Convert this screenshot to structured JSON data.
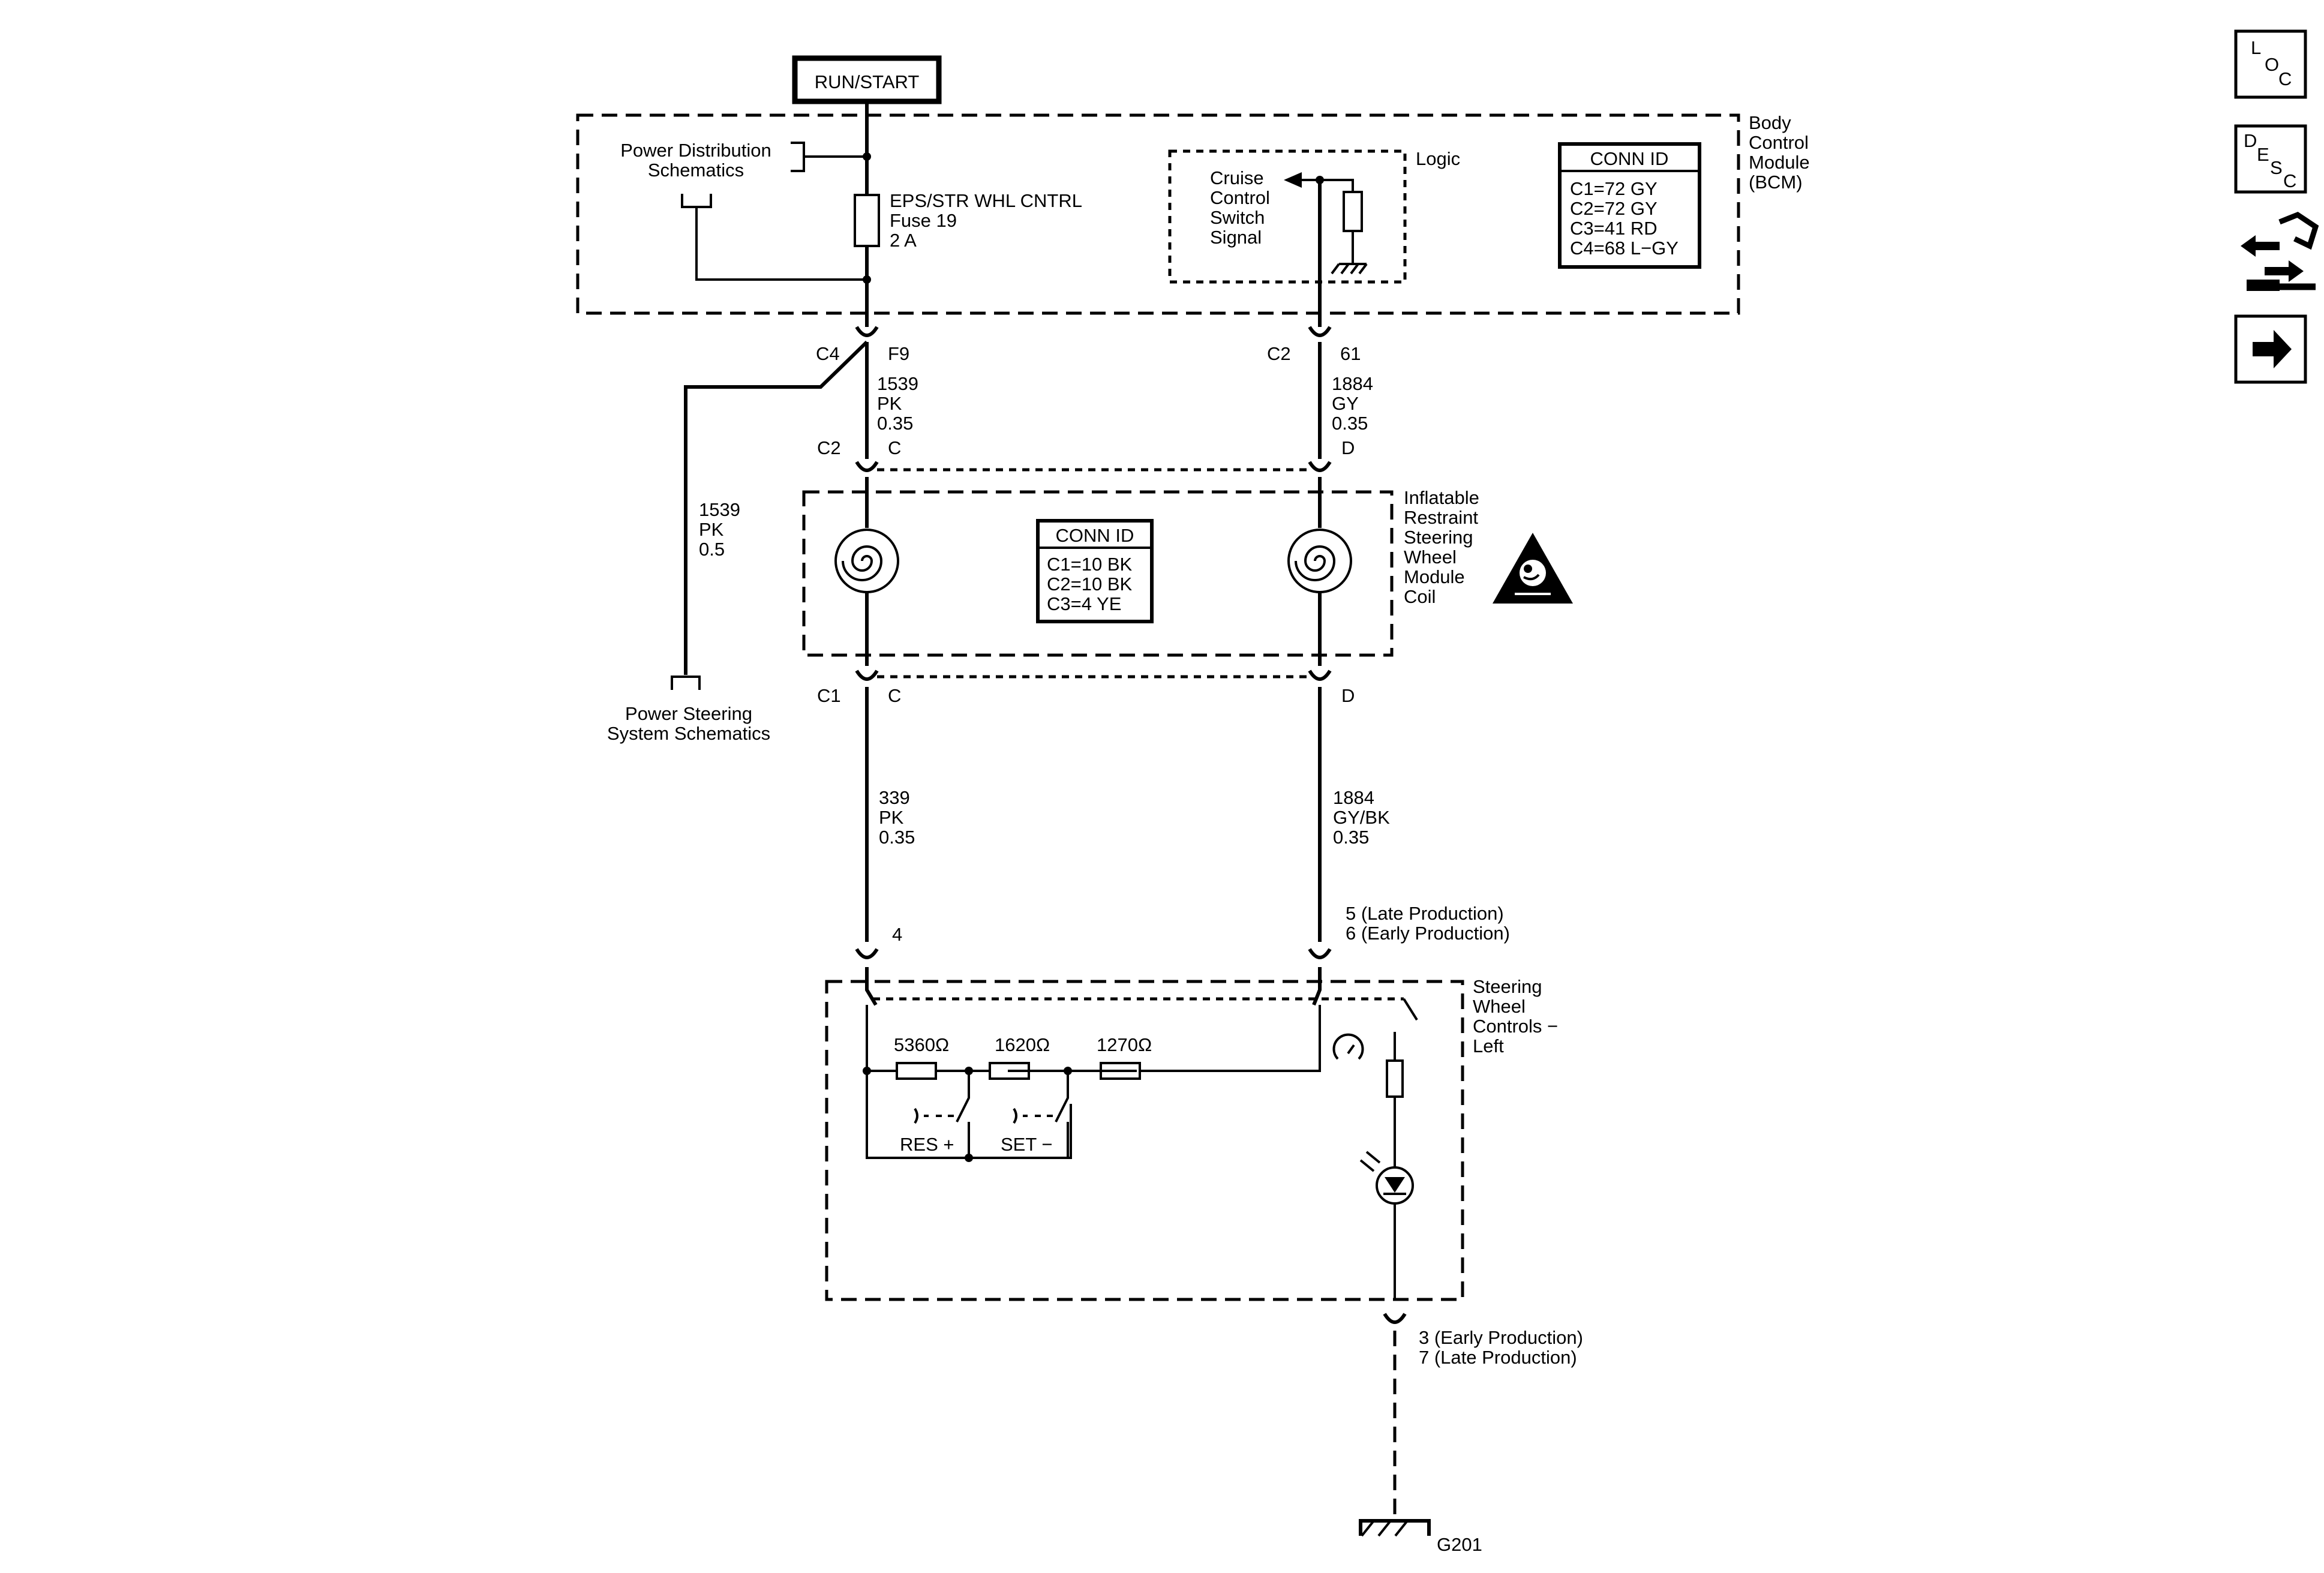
{
  "power": {
    "run_start": "RUN/START"
  },
  "bcm": {
    "name_lines": [
      "Body",
      "Control",
      "Module",
      "(BCM)"
    ],
    "power_distribution_lines": [
      "Power Distribution",
      "Schematics"
    ],
    "fuse_lines": [
      "EPS/STR WHL CNTRL",
      "Fuse 19",
      "2 A"
    ],
    "logic_label": "Logic",
    "cruise_lines": [
      "Cruise",
      "Control",
      "Switch",
      "Signal"
    ],
    "conn_id_title": "CONN ID",
    "conn_id_lines": [
      "C1=72 GY",
      "C2=72 GY",
      "C3=41 RD",
      "C4=68 L−GY"
    ]
  },
  "connectors": {
    "c4": "C4",
    "f9": "F9",
    "c2_bcm": "C2",
    "pin_61": "61",
    "c2_coil": "C2",
    "pin_c_top": "C",
    "pin_d_top": "D",
    "c1_coil": "C1",
    "pin_c_bottom": "C",
    "pin_d_bottom": "D",
    "pin_4": "4",
    "pin_5_6_lines": [
      "5 (Late Production)",
      "6 (Early Production)"
    ],
    "pin_3_7_lines": [
      "3 (Early Production)",
      "7 (Late Production)"
    ]
  },
  "wires": {
    "w1539_pk_035": [
      "1539",
      "PK",
      "0.35"
    ],
    "w1884_gy_035": [
      "1884",
      "GY",
      "0.35"
    ],
    "w1539_pk_05": [
      "1539",
      "PK",
      "0.5"
    ],
    "w339_pk_035": [
      "339",
      "PK",
      "0.35"
    ],
    "w1884_gybk_035": [
      "1884",
      "GY/BK",
      "0.35"
    ]
  },
  "coil": {
    "name_lines": [
      "Inflatable",
      "Restraint",
      "Steering",
      "Wheel",
      "Module",
      "Coil"
    ],
    "conn_id_title": "CONN ID",
    "conn_id_lines": [
      "C1=10 BK",
      "C2=10 BK",
      "C3=4 YE"
    ]
  },
  "power_steering_lines": [
    "Power Steering",
    "System Schematics"
  ],
  "swc": {
    "name_lines": [
      "Steering",
      "Wheel",
      "Controls −",
      "Left"
    ],
    "resistors": [
      "5360Ω",
      "1620Ω",
      "1270Ω"
    ],
    "res_label": "RES +",
    "set_label": "SET −"
  },
  "ground": {
    "label": "G201"
  },
  "nav": {
    "loc": [
      "L",
      "O",
      "C"
    ],
    "desc": [
      "D",
      "E",
      "S",
      "C"
    ]
  },
  "icons": [
    "airbag-warning-icon",
    "connector-end-view-icon",
    "next-arrow-icon",
    "cruise-indicator-icon",
    "led-icon"
  ]
}
